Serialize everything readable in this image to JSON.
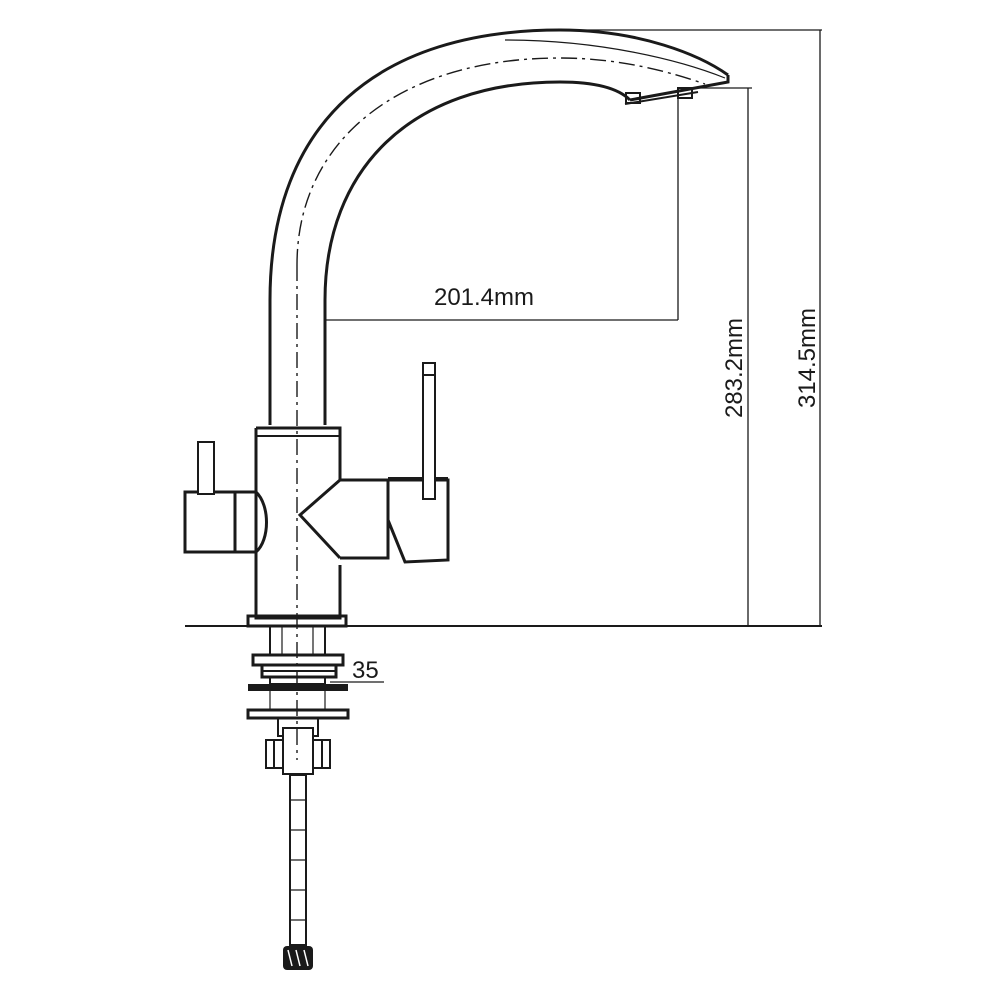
{
  "dimensions": {
    "reach": "201.4mm",
    "spout_height": "283.2mm",
    "total_height": "314.5mm",
    "mount_thickness": "35"
  },
  "colors": {
    "line": "#1a1a1a",
    "background": "#ffffff"
  }
}
